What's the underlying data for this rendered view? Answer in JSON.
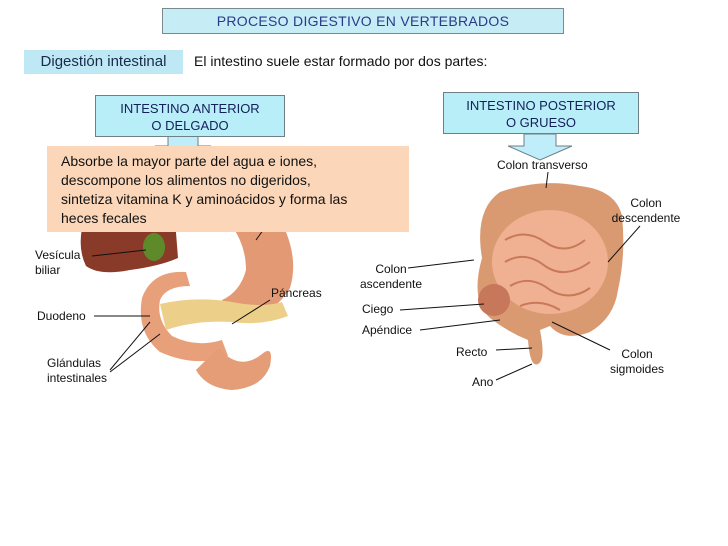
{
  "title": "PROCESO DIGESTIVO EN VERTEBRADOS",
  "section": "Digestión intestinal",
  "intro": "El intestino suele estar formado por dos partes:",
  "anterior": {
    "line1": "INTESTINO ANTERIOR",
    "line2": "O DELGADO"
  },
  "posterior": {
    "line1": "INTESTINO POSTERIOR",
    "line2": "O GRUESO"
  },
  "callout": {
    "line1": "Absorbe la mayor parte del agua e iones,",
    "line2": "descompone los alimentos no digeridos,",
    "line3": "sintetiza vitamina K y aminoácidos y forma las",
    "line4": "heces fecales"
  },
  "labels_left": {
    "vesicula_1": "Vesícula",
    "vesicula_2": "biliar",
    "duodeno": "Duodeno",
    "glandulas_1": "Glándulas",
    "glandulas_2": "intestinales",
    "pancreas": "Páncreas"
  },
  "labels_right": {
    "colon_transverso": "Colon transverso",
    "colon_descendente_1": "Colon",
    "colon_descendente_2": "descendente",
    "colon_ascendente_1": "Colon",
    "colon_ascendente_2": "ascendente",
    "ciego": "Ciego",
    "apendice": "Apéndice",
    "recto": "Recto",
    "ano": "Ano",
    "colon_sigmoides_1": "Colon",
    "colon_sigmoides_2": "sigmoides"
  },
  "colors": {
    "title_bg": "#c6ecf6",
    "box_bg": "#b8eef8",
    "callout_bg": "#fbd6b8",
    "arrow_fill": "#bfeefa",
    "liver": "#8a3a28",
    "intestine": "#e8a07a",
    "pancreas": "#ecd08a"
  }
}
